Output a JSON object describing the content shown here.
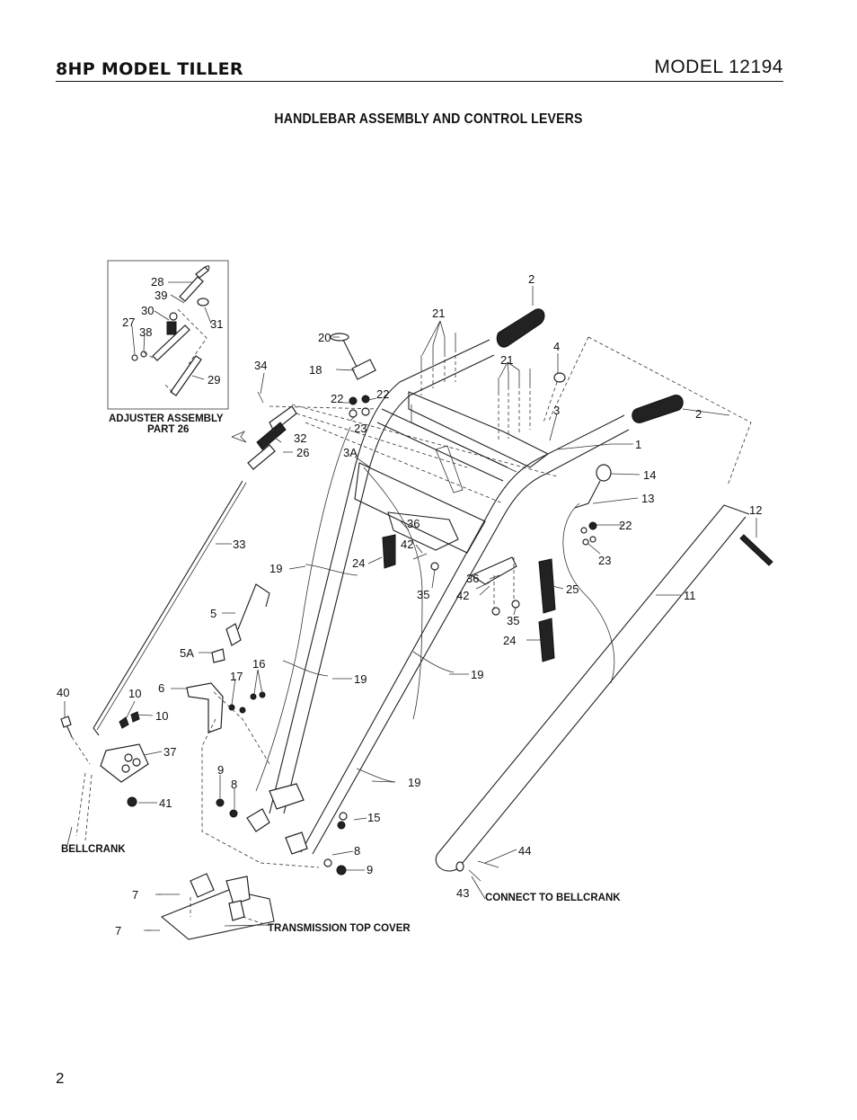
{
  "header": {
    "title": "8HP MODEL TILLER",
    "model": "MODEL 12194"
  },
  "subtitle": "HANDLEBAR ASSEMBLY AND CONTROL LEVERS",
  "page_number": "2",
  "inset": {
    "caption_line1": "ADJUSTER ASSEMBLY",
    "caption_line2": "PART 26"
  },
  "captions": {
    "bellcrank": "BELLCRANK",
    "connect_to_bellcrank": "CONNECT TO BELLCRANK",
    "transmission_top_cover": "TRANSMISSION TOP COVER"
  },
  "callouts": {
    "c28": "28",
    "c39": "39",
    "c30": "30",
    "c27": "27",
    "c38": "38",
    "c31": "31",
    "c29": "29",
    "c2a": "2",
    "c2b": "2",
    "c21a": "21",
    "c21b": "21",
    "c4": "4",
    "c3": "3",
    "c1": "1",
    "c20": "20",
    "c18": "18",
    "c34": "34",
    "c22a": "22",
    "c22b": "22",
    "c22c": "22",
    "c23a": "23",
    "c23b": "23",
    "c32": "32",
    "c26": "26",
    "c3A": "3A",
    "c14": "14",
    "c13": "13",
    "c12": "12",
    "c11": "11",
    "c33": "33",
    "c36a": "36",
    "c36b": "36",
    "c42a": "42",
    "c42b": "42",
    "c24a": "24",
    "c24b": "24",
    "c25": "25",
    "c35a": "35",
    "c35b": "35",
    "c19a": "19",
    "c19b": "19",
    "c19c": "19",
    "c19d": "19",
    "c5": "5",
    "c5A": "5A",
    "c17": "17",
    "c16": "16",
    "c6": "6",
    "c40": "40",
    "c10a": "10",
    "c10b": "10",
    "c37": "37",
    "c41": "41",
    "c9a": "9",
    "c8a": "8",
    "c15": "15",
    "c8b": "8",
    "c9b": "9",
    "c7a": "7",
    "c7b": "7",
    "c43": "43",
    "c44": "44"
  }
}
